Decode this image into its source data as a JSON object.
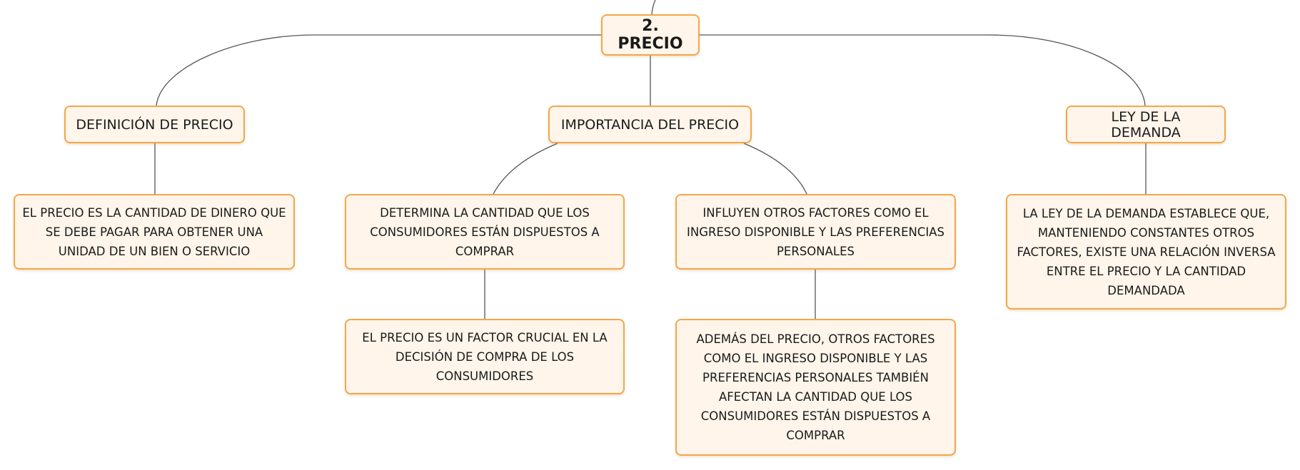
{
  "diagram": {
    "root": {
      "id": "root",
      "label": "2. PRECIO"
    },
    "topics": [
      {
        "id": "t1",
        "label": "DEFINICIÓN DE PRECIO"
      },
      {
        "id": "t2",
        "label": "IMPORTANCIA DEL PRECIO"
      },
      {
        "id": "t3",
        "label": "LEY DE LA DEMANDA"
      }
    ],
    "details": [
      {
        "id": "d1",
        "label": "EL PRECIO ES LA CANTIDAD DE DINERO QUE SE DEBE PAGAR PARA OBTENER UNA UNIDAD DE UN BIEN O SERVICIO"
      },
      {
        "id": "d2",
        "label": "DETERMINA LA CANTIDAD QUE LOS CONSUMIDORES ESTÁN DISPUESTOS A COMPRAR"
      },
      {
        "id": "d3",
        "label": "INFLUYEN OTROS FACTORES COMO EL INGRESO DISPONIBLE Y LAS PREFERENCIAS PERSONALES"
      },
      {
        "id": "d4",
        "label": "LA LEY DE LA DEMANDA ESTABLECE QUE, MANTENIENDO CONSTANTES OTROS FACTORES, EXISTE UNA RELACIÓN INVERSA ENTRE EL PRECIO Y LA CANTIDAD DEMANDADA"
      },
      {
        "id": "d5",
        "label": "EL PRECIO ES UN FACTOR CRUCIAL EN LA DECISIÓN DE COMPRA DE LOS CONSUMIDORES"
      },
      {
        "id": "d6",
        "label": "ADEMÁS DEL PRECIO, OTROS FACTORES COMO EL INGRESO DISPONIBLE Y LAS PREFERENCIAS PERSONALES TAMBIÉN AFECTAN LA CANTIDAD QUE LOS CONSUMIDORES ESTÁN DISPUESTOS A COMPRAR"
      }
    ],
    "edges": [
      {
        "from": "root",
        "to": "t1"
      },
      {
        "from": "root",
        "to": "t2"
      },
      {
        "from": "root",
        "to": "t3"
      },
      {
        "from": "t1",
        "to": "d1"
      },
      {
        "from": "t2",
        "to": "d2"
      },
      {
        "from": "t2",
        "to": "d3"
      },
      {
        "from": "t3",
        "to": "d4"
      },
      {
        "from": "d2",
        "to": "d5"
      },
      {
        "from": "d3",
        "to": "d6"
      }
    ],
    "colors": {
      "node_fill": "#fff5ea",
      "node_border": "#f2a74b",
      "edge": "#555555"
    }
  }
}
